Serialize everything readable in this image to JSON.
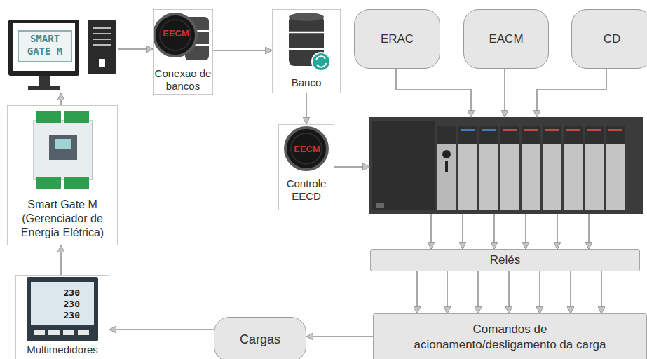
{
  "diagram": {
    "nodes": [
      {
        "text": [
          "SMART GATE M"
        ]
      },
      {
        "text": [
          "EECM",
          "Conexao de bancos"
        ]
      },
      {
        "text": [
          "Banco"
        ]
      },
      {
        "text": [
          "EECM",
          "Controle EECD"
        ]
      },
      {
        "text": [
          "ERAC"
        ]
      },
      {
        "text": [
          "EACM"
        ]
      },
      {
        "text": [
          "CD"
        ]
      },
      {
        "text": []
      },
      {
        "text": [
          "Relés"
        ]
      },
      {
        "text": [
          "Comandos de acionamento/desligamento da carga"
        ]
      },
      {
        "text": [
          "Cargas"
        ]
      },
      {
        "text": [
          "Multimedidores"
        ]
      },
      {
        "text": [
          "Smart Gate M (Gerenciador de Energia Elétrica)"
        ]
      }
    ],
    "edges": [
      {
        "from": 0,
        "to": 1,
        "arrow": "to"
      },
      {
        "from": 1,
        "to": 2,
        "arrow": "to"
      },
      {
        "from": 2,
        "to": 3,
        "arrow": "to"
      },
      {
        "from": 3,
        "to": 7,
        "arrow": "to"
      },
      {
        "from": 4,
        "to": 7,
        "arrow": "to"
      },
      {
        "from": 5,
        "to": 7,
        "arrow": "to"
      },
      {
        "from": 6,
        "to": 7,
        "arrow": "to"
      },
      {
        "from": 7,
        "to": 8,
        "arrow": "to"
      },
      {
        "from": 7,
        "to": 8,
        "arrow": "to"
      },
      {
        "from": 7,
        "to": 8,
        "arrow": "to"
      },
      {
        "from": 7,
        "to": 8,
        "arrow": "to"
      },
      {
        "from": 7,
        "to": 8,
        "arrow": "to"
      },
      {
        "from": 7,
        "to": 8,
        "arrow": "to"
      },
      {
        "from": 8,
        "to": 9,
        "arrow": "to"
      },
      {
        "from": 8,
        "to": 9,
        "arrow": "to"
      },
      {
        "from": 8,
        "to": 9,
        "arrow": "to"
      },
      {
        "from": 8,
        "to": 9,
        "arrow": "to"
      },
      {
        "from": 8,
        "to": 9,
        "arrow": "to"
      },
      {
        "from": 8,
        "to": 9,
        "arrow": "to"
      },
      {
        "from": 8,
        "to": 9,
        "arrow": "to"
      },
      {
        "from": 9,
        "to": 10,
        "arrow": "to"
      },
      {
        "from": 10,
        "to": 11,
        "arrow": "to"
      },
      {
        "from": 11,
        "to": 12,
        "arrow": "to"
      },
      {
        "from": 12,
        "to": 0,
        "arrow": "to"
      }
    ],
    "labels": [
      "230",
      "230",
      "230"
    ]
  }
}
